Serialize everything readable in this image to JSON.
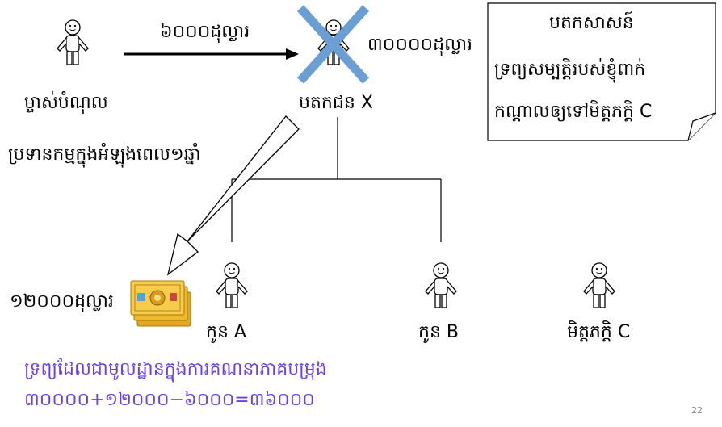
{
  "labels": {
    "payment_amount": "៦០០០ដុល្លារ",
    "estate_value": "៣០០០០ដុល្លារ",
    "owner": "ម្ចាស់បំណុល",
    "deceased": "មតកជន X",
    "business_profit": "ប្រទានកម្មក្នុងអំឡុងពេល១ឆ្នាំ",
    "money_amount": "១២០០០ដុល្លារ",
    "child_a": "កូន A",
    "child_b": "កូន B",
    "friend_c": "មិត្តភក្តិ C"
  },
  "note": {
    "title": "មតកសាសន៍",
    "line1": "ទ្រព្យសម្បត្តិរបស់ខ្ញុំពាក់",
    "line2": "កណ្តាលឲ្យទៅមិត្តភក្តិ C"
  },
  "conclusion": {
    "line1": "ទ្រព្យដែលជាមូលដ្ឋានក្នុងការគណនាភាគបម្រុង",
    "equation": "៣០០០០+១២០០០−៦០០០=៣៦០០០"
  },
  "slide_number": "22",
  "colors": {
    "cross": "#6b9fd4",
    "conclusion_text": "#6a3fe0",
    "money": "#e8b82a"
  }
}
